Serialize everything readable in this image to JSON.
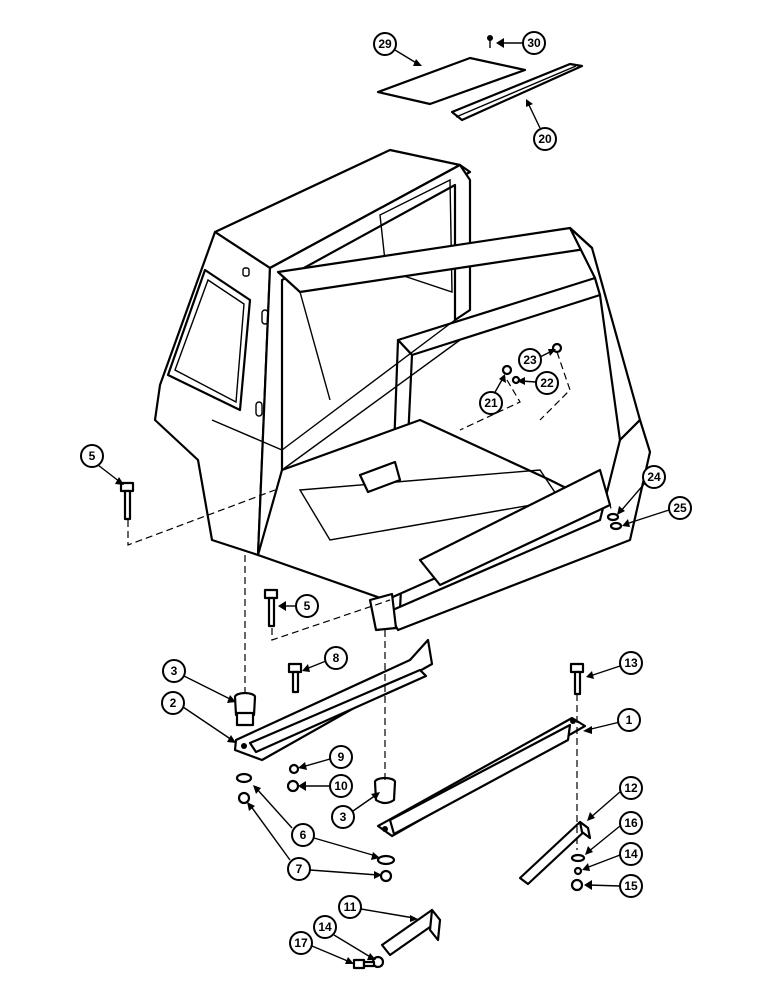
{
  "callouts": [
    {
      "id": "c1",
      "label": "1"
    },
    {
      "id": "c2",
      "label": "2"
    },
    {
      "id": "c3a",
      "label": "3"
    },
    {
      "id": "c3b",
      "label": "3"
    },
    {
      "id": "c5a",
      "label": "5"
    },
    {
      "id": "c5b",
      "label": "5"
    },
    {
      "id": "c6",
      "label": "6"
    },
    {
      "id": "c7",
      "label": "7"
    },
    {
      "id": "c8",
      "label": "8"
    },
    {
      "id": "c9",
      "label": "9"
    },
    {
      "id": "c10",
      "label": "10"
    },
    {
      "id": "c11",
      "label": "11"
    },
    {
      "id": "c12",
      "label": "12"
    },
    {
      "id": "c13",
      "label": "13"
    },
    {
      "id": "c14a",
      "label": "14"
    },
    {
      "id": "c14b",
      "label": "14"
    },
    {
      "id": "c15",
      "label": "15"
    },
    {
      "id": "c16",
      "label": "16"
    },
    {
      "id": "c17",
      "label": "17"
    },
    {
      "id": "c20",
      "label": "20"
    },
    {
      "id": "c21",
      "label": "21"
    },
    {
      "id": "c22",
      "label": "22"
    },
    {
      "id": "c23",
      "label": "23"
    },
    {
      "id": "c24",
      "label": "24"
    },
    {
      "id": "c25",
      "label": "25"
    },
    {
      "id": "c29",
      "label": "29"
    },
    {
      "id": "c30",
      "label": "30"
    }
  ]
}
